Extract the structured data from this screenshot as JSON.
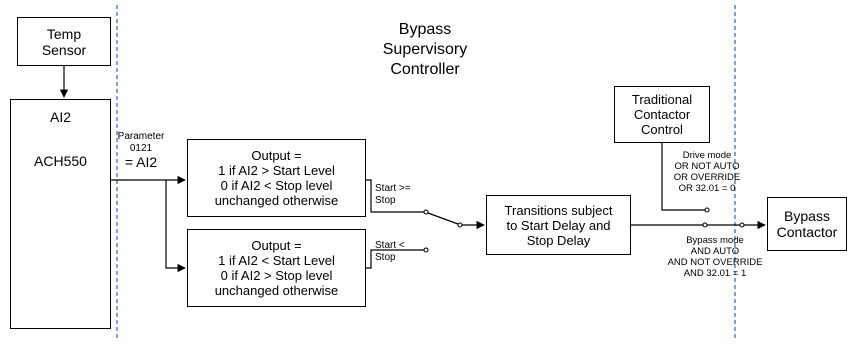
{
  "title": {
    "line1": "Bypass",
    "line2": "Supervisory",
    "line3": "Controller"
  },
  "temp_sensor": {
    "line1": "Temp",
    "line2": "Sensor"
  },
  "ai2_box": {
    "label_ai2": "AI2",
    "label_model": "ACH550"
  },
  "parameter": {
    "line1": "Parameter",
    "line2": "0121",
    "line3": "= AI2"
  },
  "output_top": {
    "line1": "Output =",
    "line2": "1 if AI2 > Start Level",
    "line3": "0 if AI2 < Stop level",
    "line4": "unchanged otherwise"
  },
  "output_bottom": {
    "line1": "Output =",
    "line2": "1 if AI2 < Start Level",
    "line3": "0 if AI2 > Stop level",
    "line4": "unchanged otherwise"
  },
  "switch1": {
    "top_line1": "Start >=",
    "top_line2": "Stop",
    "bottom_line1": "Start <",
    "bottom_line2": "Stop"
  },
  "transitions": {
    "line1": "Transitions subject",
    "line2": "to Start Delay and",
    "line3": "Stop Delay"
  },
  "traditional": {
    "line1": "Traditional",
    "line2": "Contactor",
    "line3": "Control"
  },
  "drive_mode": {
    "line1": "Drive mode",
    "line2": "OR NOT AUTO",
    "line3": "OR OVERRIDE",
    "line4": "OR 32.01 = 0"
  },
  "bypass_mode": {
    "line1": "Bypass mode",
    "line2": "AND AUTO",
    "line3": "AND NOT OVERRIDE",
    "line4": "AND 32.01 = 1"
  },
  "bypass_contactor": {
    "line1": "Bypass",
    "line2": "Contactor"
  },
  "colors": {
    "dashed_line": "#3b6fc4",
    "stroke": "#000000"
  }
}
